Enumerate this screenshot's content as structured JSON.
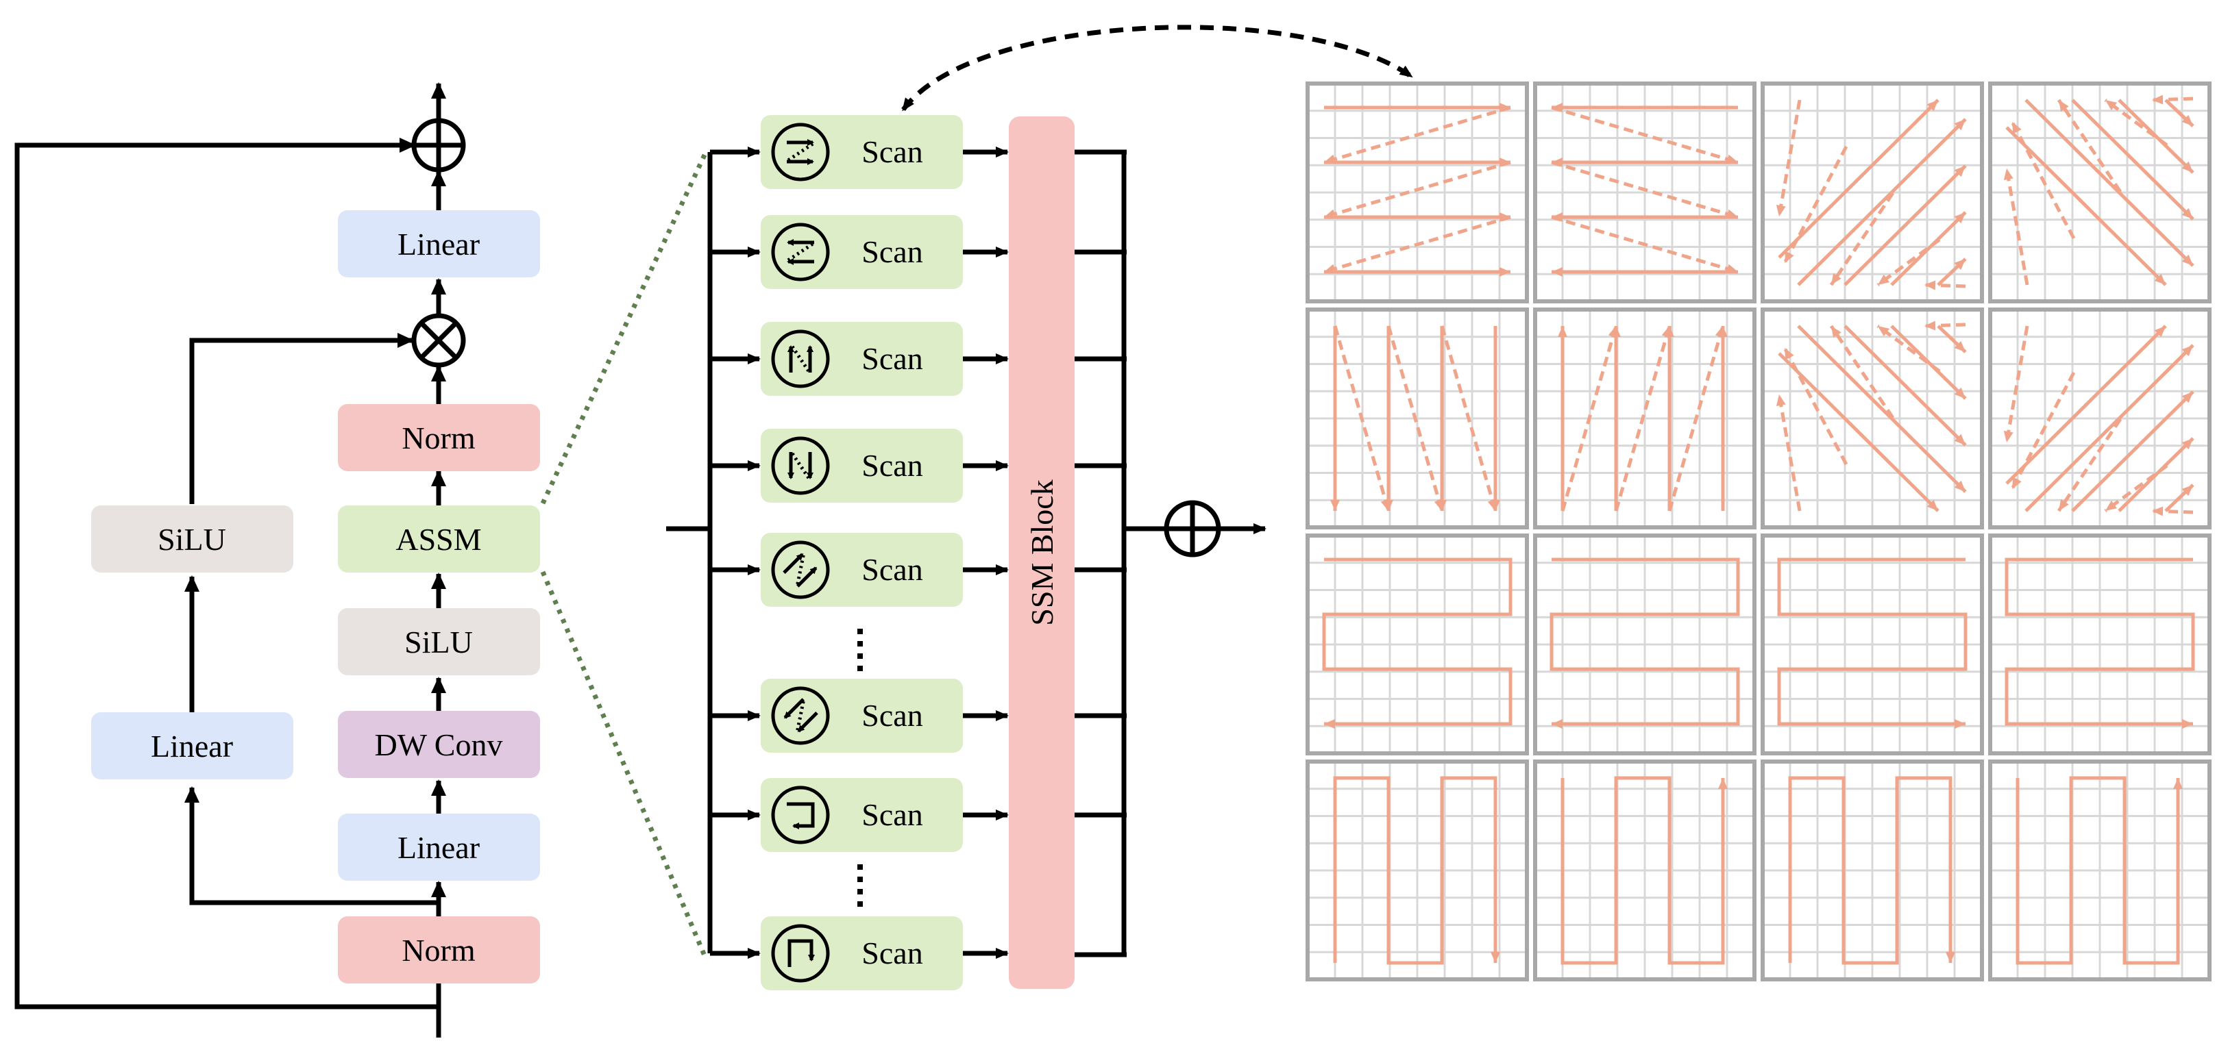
{
  "block": {
    "linear_top": "Linear",
    "norm_mid": "Norm",
    "assm": "ASSM",
    "silu_inner": "SiLU",
    "dwconv": "DW Conv",
    "linear_inner": "Linear",
    "norm_bottom": "Norm",
    "silu_gate": "SiLU",
    "linear_gate": "Linear"
  },
  "scan_module": {
    "scan_label": "Scan",
    "ssm_block": "SSM Block",
    "scans": [
      {
        "icon": "zigzag-right-icon"
      },
      {
        "icon": "zigzag-left-icon"
      },
      {
        "icon": "zigzag-up-icon"
      },
      {
        "icon": "zigzag-down-icon"
      },
      {
        "icon": "diagonal-up-right-icon"
      },
      {
        "icon": "diagonal-down-left-icon"
      },
      {
        "icon": "snake-horizontal-icon"
      },
      {
        "icon": "snake-vertical-icon"
      }
    ]
  },
  "patterns": {
    "rows": [
      [
        "zigzag-horizontal-right",
        "zigzag-horizontal-left",
        "diagonal-up-right",
        "diagonal-down-right"
      ],
      [
        "zigzag-vertical-down",
        "zigzag-vertical-up",
        "diagonal-anti-1",
        "diagonal-anti-2"
      ],
      [
        "snake-horizontal-1",
        "snake-horizontal-2",
        "snake-horizontal-3",
        "snake-horizontal-4"
      ],
      [
        "snake-vertical-1",
        "snake-vertical-2",
        "snake-vertical-3",
        "snake-vertical-4"
      ]
    ]
  },
  "colors": {
    "blue": "#dbe6fa",
    "red": "#f5c6c4",
    "green": "#dcedc8",
    "gray": "#e8e2e0",
    "purple": "#e1c8e1",
    "ssm": "#f7c4c2",
    "pattern_arrow": "#f0a489",
    "grid_line": "#d8d8d8",
    "grid_border": "#a8a8a8",
    "dotted": "#5f7f4f"
  }
}
